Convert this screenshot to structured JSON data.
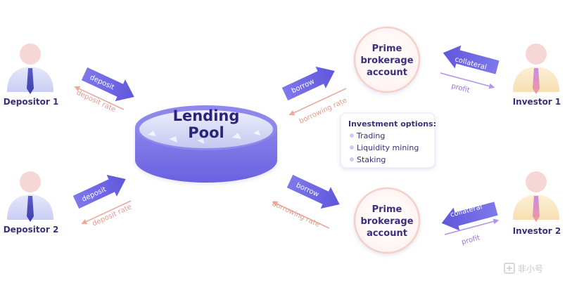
{
  "depositors": [
    {
      "label": "Depositor 1"
    },
    {
      "label": "Depositor 2"
    }
  ],
  "investors": [
    {
      "label": "Investor 1"
    },
    {
      "label": "Investor 2"
    }
  ],
  "pool": {
    "line1": "Lending",
    "line2": "Pool"
  },
  "accounts": [
    {
      "line1": "Prime",
      "line2": "brokerage",
      "line3": "account"
    },
    {
      "line1": "Prime",
      "line2": "brokerage",
      "line3": "account"
    }
  ],
  "flows": {
    "deposit": "deposit",
    "deposit_rate": "deposit rate",
    "borrow": "borrow",
    "borrowing_rate": "borrowing rate",
    "collateral": "collateral",
    "profit": "profit"
  },
  "investment": {
    "title": "Investment options:",
    "items": [
      "Trading",
      "Liquidity mining",
      "Staking"
    ]
  },
  "watermark": "非小号",
  "colors": {
    "arrow": "#6b63e6",
    "pool_side": "#7b72e6",
    "pool_top": "#cfd2f4",
    "rate": "#eaa99c",
    "profit": "#b492ec",
    "account_ring": "#f6cfc7"
  }
}
